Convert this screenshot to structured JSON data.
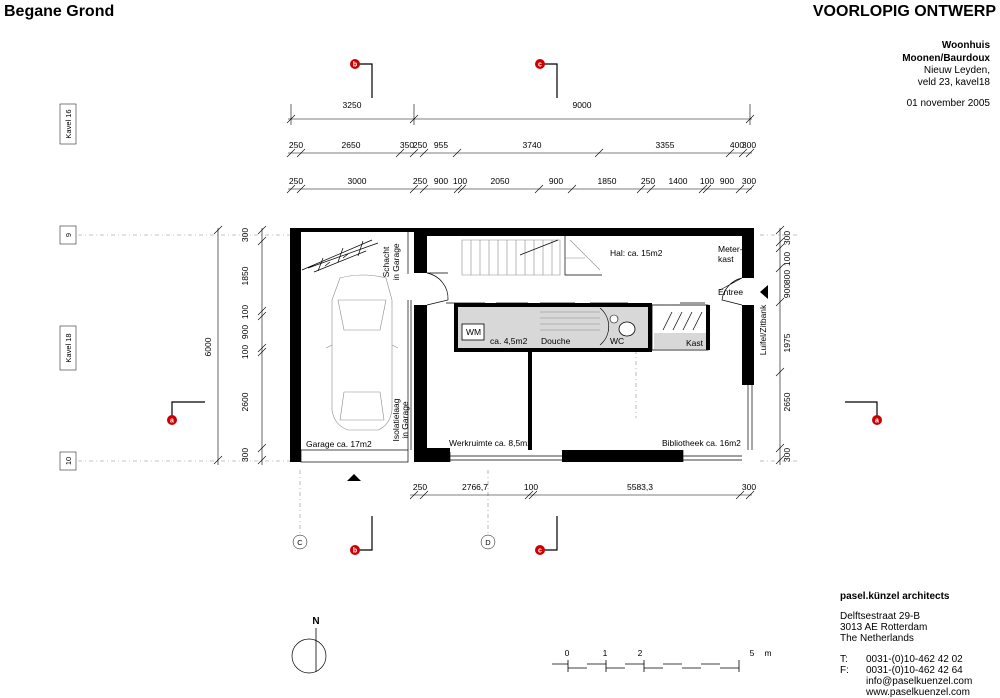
{
  "header": {
    "floor_title": "Begane Grond",
    "status_title": "VOORLOPIG ONTWERP"
  },
  "project": {
    "type": "Woonhuis",
    "client": "Moonen/Baurdoux",
    "location_1": "Nieuw Leyden,",
    "location_2": "veld 23, kavel18",
    "date": "01 november 2005"
  },
  "plot_labels": {
    "top": "Kavel 16",
    "side": "Kavel 18"
  },
  "grid_axes": {
    "row_9": "9",
    "row_10": "10",
    "col_c": "C",
    "col_d": "D"
  },
  "section_marks": {
    "a": "a",
    "b": "b",
    "c": "c"
  },
  "dimensions": {
    "top_row1": [
      "3250",
      "9000"
    ],
    "top_row2": [
      "250",
      "2650",
      "350",
      "250",
      "955",
      "3740",
      "3355",
      "400",
      "300"
    ],
    "top_row3": [
      "250",
      "3000",
      "250",
      "900",
      "100",
      "2050",
      "900",
      "1850",
      "250",
      "1400",
      "100",
      "900",
      "300"
    ],
    "left_total": "6000",
    "left_parts": [
      "300",
      "1850",
      "100",
      "900",
      "100",
      "2600",
      "300"
    ],
    "right_parts": [
      "300",
      "100",
      "800",
      "900",
      "1975",
      "2650",
      "300"
    ],
    "bottom": [
      "250",
      "2766,7",
      "100",
      "5583,3",
      "300"
    ]
  },
  "rooms": {
    "garage": "Garage ca. 17m2",
    "hal": "Hal: ca. 15m2",
    "meterkast_1": "Meter-",
    "meterkast_2": "kast",
    "entree": "Entree",
    "wm": "WM",
    "bath_area": "ca. 4,5m2",
    "douche": "Douche",
    "wc": "WC",
    "kast": "Kast",
    "luifel": "Luifel/Zitbank",
    "werkruimte": "Werkruimte ca. 8,5m2",
    "bibliotheek": "Bibliotheek ca. 16m2",
    "schacht_1": "Schacht",
    "schacht_2": "in Garage",
    "isolatie_1": "Isolatielaag",
    "isolatie_2": "in Garage"
  },
  "north": "N",
  "scale_bar": {
    "ticks": [
      "0",
      "1",
      "2",
      "5"
    ],
    "unit": "m"
  },
  "office": {
    "name": "pasel.künzel architects",
    "street": "Delftsestraat 29-B",
    "city": "3013 AE Rotterdam",
    "country": "The Netherlands",
    "tel_label": "T:",
    "tel": "0031-(0)10-462 42 02",
    "fax_label": "F:",
    "fax": "0031-(0)10-462 42 64",
    "email": "info@paselkuenzel.com",
    "web": "www.paselkuenzel.com"
  },
  "colors": {
    "section_marker": "#cc0000",
    "line": "#000000",
    "grey": "#8a8a8a",
    "tile_fill": "#d8d8d8"
  }
}
